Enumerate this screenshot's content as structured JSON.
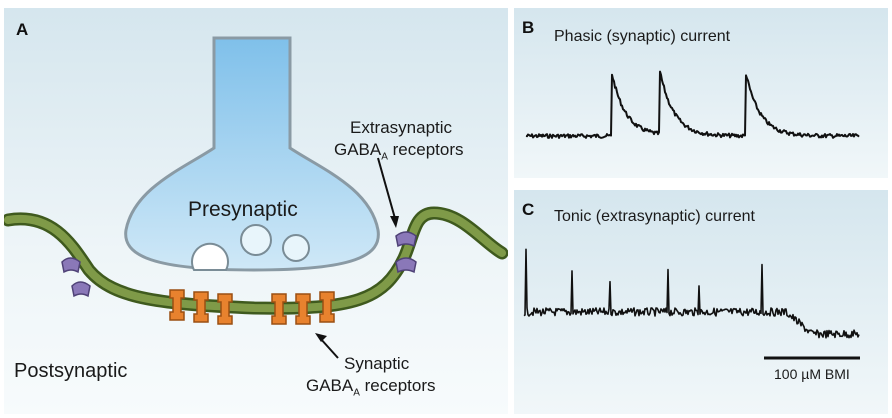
{
  "panels": {
    "a": {
      "label": "A",
      "presynaptic": "Presynaptic",
      "postsynaptic": "Postsynaptic",
      "extrasynaptic_line1": "Extrasynaptic",
      "extrasynaptic_main": "GABA",
      "extrasynaptic_sub": "A",
      "extrasynaptic_tail": " receptors",
      "synaptic_line1": "Synaptic",
      "synaptic_main": "GABA",
      "synaptic_sub": "A",
      "synaptic_tail": " receptors"
    },
    "b": {
      "label": "B",
      "title": "Phasic (synaptic) current"
    },
    "c": {
      "label": "C",
      "title": "Tonic (extrasynaptic) current",
      "scale_bar_label": "100 µM BMI"
    }
  },
  "colors": {
    "membrane": "#5e7a32",
    "synaptic_receptor": "#e8822e",
    "extrasynaptic_receptor": "#8a78b8",
    "terminal": "#8fc6ea",
    "trace": "#111111"
  }
}
